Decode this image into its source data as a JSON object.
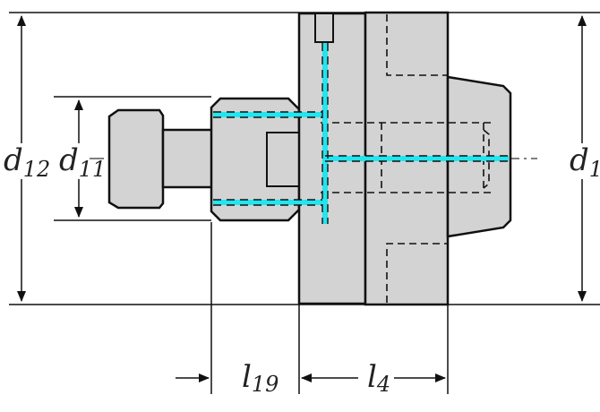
{
  "dimensions": {
    "d12": {
      "main": "d",
      "sub": "12"
    },
    "d11": {
      "main": "d",
      "sub": "11"
    },
    "d1": {
      "main": "d",
      "sub": "1"
    },
    "l19": {
      "main": "l",
      "sub": "19"
    },
    "l4": {
      "main": "l",
      "sub": "4"
    }
  },
  "colors": {
    "body_fill": "#d3d3d3",
    "outline": "#111111",
    "coolant": "#22e5f0",
    "background": "#ffffff"
  }
}
